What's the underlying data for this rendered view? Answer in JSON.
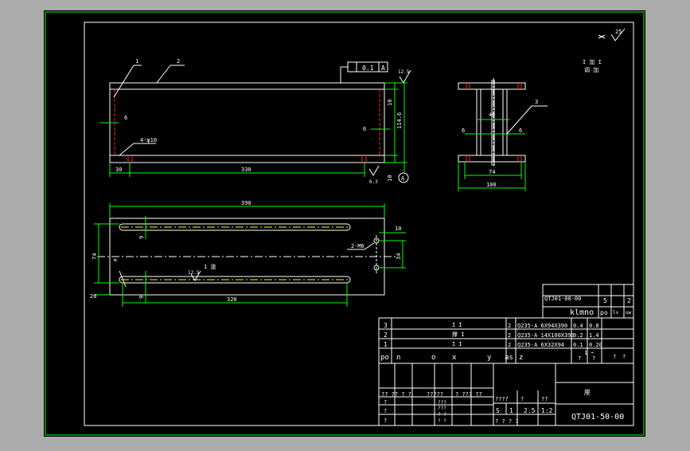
{
  "colors": {
    "background": "#ababab",
    "sheet": "#000000",
    "frame": "#00ff00",
    "line": "#ffffff",
    "dim": "#00ff00",
    "hidden": "#ff2020",
    "cyan": "#00ffff",
    "yellow": "#ffff00"
  },
  "annotations": {
    "surface_corner": "25",
    "note_1": "I 加 I",
    "note_2": "调 加",
    "balloon_1": "1",
    "balloon_2": "2",
    "balloon_3": "3",
    "tol_value": "0.1",
    "tol_datum": "A",
    "datum_A": "A",
    "ra_125_top": "12.5",
    "ra_63": "6.3",
    "ra_125_plan": "12.5",
    "cut_plan": "1 道",
    "holes_front": "4-φ10",
    "holes_plan": "2-M6"
  },
  "front_view": {
    "dim_6_left": "6",
    "dim_6_right": "6",
    "dim_10_top": "10",
    "dim_114": "114.6",
    "dim_10_bottom": "10",
    "dim_30": "30",
    "dim_330": "330"
  },
  "side_view": {
    "dim_44": "44",
    "dim_6_left": "6",
    "dim_6_right": "6",
    "dim_74": "74",
    "dim_100": "100"
  },
  "plan_view": {
    "dim_390": "390",
    "dim_74": "74",
    "dim_20": "20",
    "dim_9_top": "9",
    "dim_9_bottom": "9",
    "dim_320": "320",
    "dim_10": "10",
    "dim_34": "34",
    "dim_R": "R"
  },
  "title_block": {
    "parts_header_code": "QTJ01-00-00",
    "parts_header_qty": "5",
    "parts_header_idx": "2",
    "parts_header_name": "klmno",
    "parts_header_b": "po",
    "parts_header_c": "lv",
    "parts_header_d": "uw",
    "rows": [
      {
        "no": "3",
        "name": "I I",
        "qty": "2",
        "spec": "Q235-A 6X94X390",
        "w1": "0.4",
        "w2": "0.8"
      },
      {
        "no": "2",
        "name": "撑 I",
        "qty": "2",
        "spec": "Q235-A 14X100X390",
        "w1": "0.2",
        "w2": "1.4"
      },
      {
        "no": "1",
        "name": "I I",
        "qty": "2",
        "spec": "Q235-A 6X32X94",
        "w1": "0.1",
        "w2": "0.20"
      }
    ],
    "header_cells": [
      "po",
      "n",
      "o",
      "x",
      "y",
      "as",
      "z",
      "1 ~",
      "?",
      "?",
      "?",
      "?"
    ],
    "grid_q1": "?? ?? ? ?",
    "grid_q2": "?????",
    "grid_q3": "? ??? ??",
    "grid_col_a": [
      "?",
      "?",
      "?"
    ],
    "grid_col_b": [
      "???",
      "???",
      "? ?",
      "? ?"
    ],
    "grid_q4": "????",
    "grid_q5": "?",
    "grid_q6": "??",
    "sheet_s": "S",
    "sheet_1": "1",
    "scale_mass": "2.5",
    "scale_ratio": "1:2",
    "bottom_q": "? ? ? ?",
    "title": "座",
    "drawing_no": "QTJ01-50-00"
  }
}
